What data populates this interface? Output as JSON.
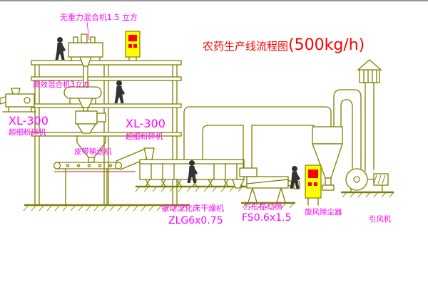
{
  "diagram": {
    "title_cn": "农药生产线流程图",
    "title_capacity": "(500kg/h)"
  },
  "labels": {
    "gravity_free_mixer": "无重力混合机1.5 立方",
    "high_efficiency_mixer": "高效混合机3立方",
    "crusher_left_model": "XL-300",
    "crusher_left_name": "超细粉碎机",
    "crusher_center_model": "XL-300",
    "crusher_center_name": "超细粉碎机",
    "belt_conveyor": "皮带输送机",
    "fluidbed_dryer": "振动流化床干燥机",
    "fluidbed_dryer_model": "ZLG6x0.75",
    "vibrating_sieve": "方形振动筛",
    "vibrating_sieve_model": "FS0.6x1.5",
    "cyclone": "旋风除尘器",
    "fan": "引风机"
  },
  "colors": {
    "structure": "#808000",
    "label": "#ff00ff",
    "title": "#ff0000",
    "panel": "#ffff00",
    "panel_accent": "#ff0000",
    "figure": "#333333",
    "background": "#ffffff"
  }
}
